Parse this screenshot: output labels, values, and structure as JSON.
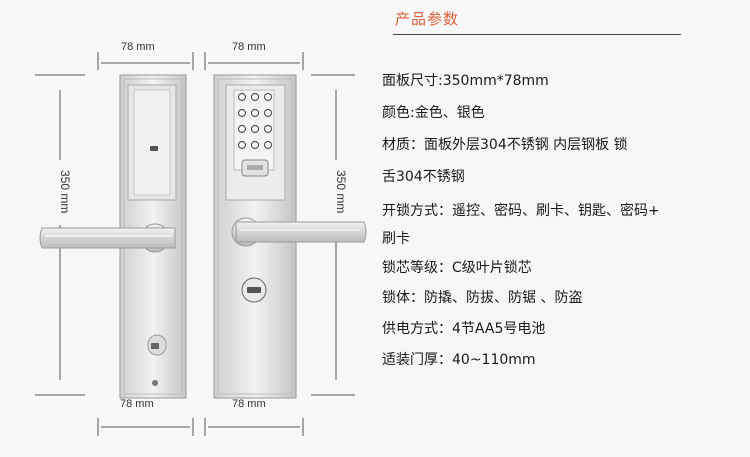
{
  "dimensions": {
    "width_label": "78 mm",
    "height_label": "350 mm"
  },
  "spec": {
    "title": "产品参数",
    "lines": [
      "面板尺寸:350mm*78mm",
      "颜色:金色、银色",
      "材质：面板外层304不锈钢  内层钢板  锁",
      "舌304不锈钢",
      "开锁方式：遥控、密码、刷卡、钥匙、密码+",
      "刷卡",
      "锁芯等级：C级叶片锁芯",
      "锁体：防撬、防拔、防锯  、防盗",
      "供电方式：4节AA5号电池",
      "适装门厚：40~110mm"
    ]
  },
  "colors": {
    "title": "#e0603a",
    "metal": "#d9d9d9"
  }
}
